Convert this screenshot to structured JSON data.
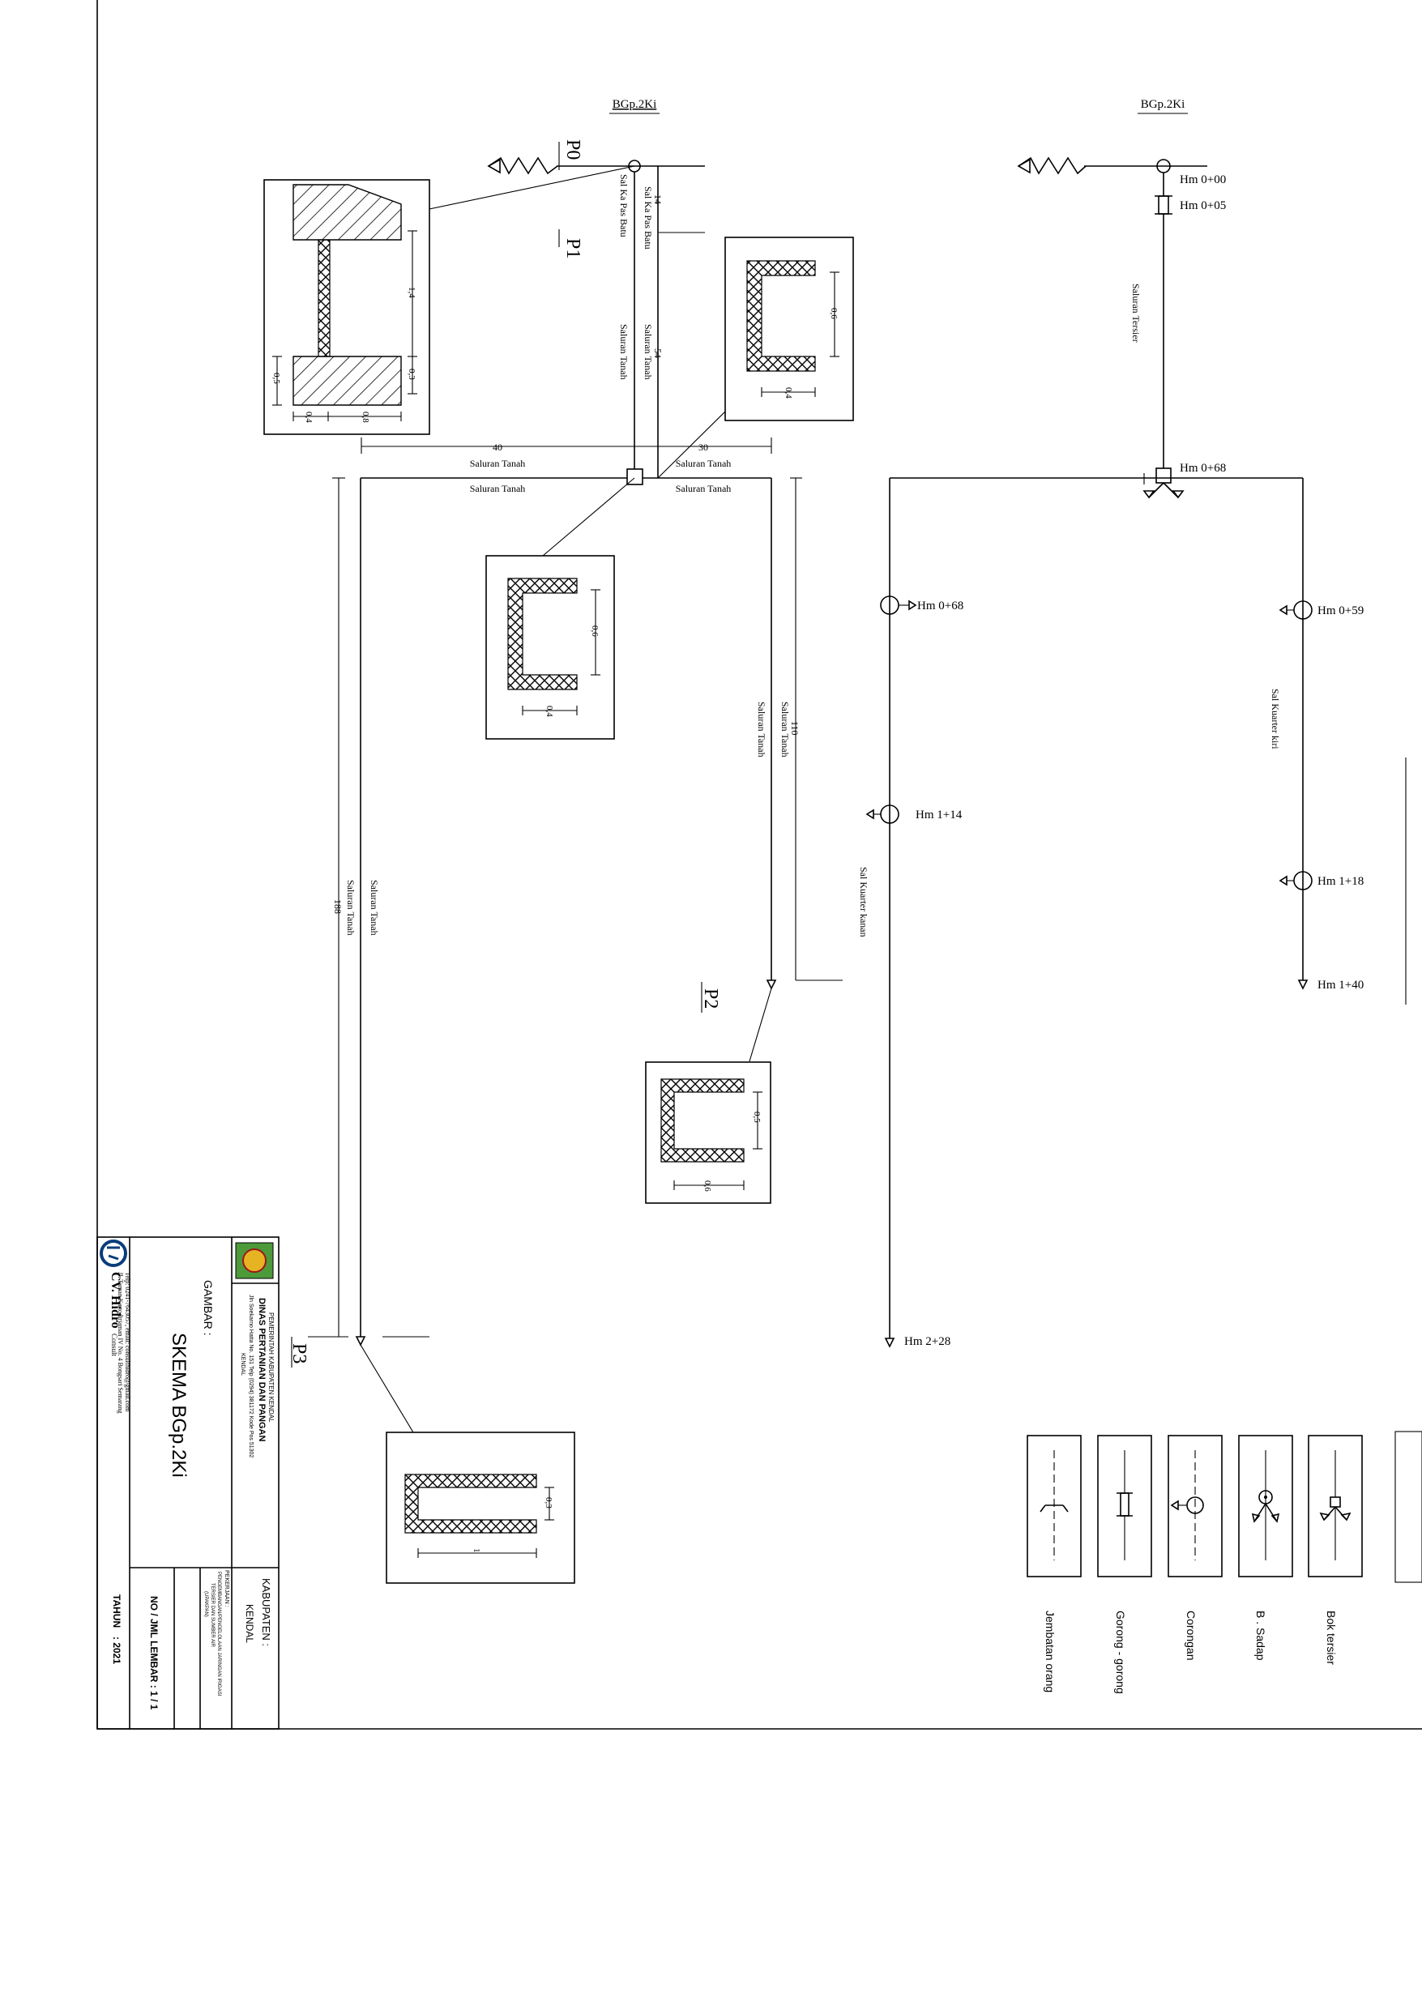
{
  "left_schema": {
    "header": "BGp.2Ki",
    "p0": "P0",
    "p1": "P1",
    "p2": "P2",
    "p3": "P3",
    "sal_ka_pas_batu_1": "Sal Ka Pas Batu",
    "sal_ka_pas_batu_2": "Sal Ka Pas Batu",
    "len_14": "14",
    "len_54": "54",
    "len_40": "40",
    "len_30": "30",
    "len_110": "110",
    "len_188": "188",
    "sal_tanah_a": "Saluran Tanah",
    "sal_tanah_b": "Saluran Tanah",
    "sal_tanah_c": "Saluran Tanah",
    "sal_tanah_d": "Saluran Tanah",
    "sal_tanah_e": "Saluran Tanah",
    "sal_tanah_f": "Saluran Tanah",
    "sal_tanah_g": "Saluran Tanah",
    "sal_tanah_h": "Saluran Tanah",
    "sal_tanah_i": "Saluran Tanah",
    "sal_tanah_j": "Saluran Tanah"
  },
  "section_a": {
    "d14": "1,4",
    "d03": "0,3",
    "d05": "0,5",
    "d04": "0,4",
    "d08": "0,8"
  },
  "section_b": {
    "d06": "0,6",
    "d04": "0,4"
  },
  "section_c": {
    "d06": "0,6",
    "d04": "0,4"
  },
  "section_d": {
    "d05": "0,5",
    "d06": "0,6"
  },
  "section_e": {
    "d03": "0,3",
    "d1": "1"
  },
  "right_schema": {
    "header": "BGp.2Ki",
    "hm_000": "Hm 0+00",
    "hm_005": "Hm 0+05",
    "saluran_tersier": "Saluran Tersier",
    "hm_068_top": "Hm 0+68",
    "hm_068_left": "Hm 0+68",
    "hm_114": "Hm 1+14",
    "hm_228": "Hm 2+28",
    "sal_kuarter_kanan": "Sal Kuarter kanan",
    "hm_059": "Hm 0+59",
    "hm_118": "Hm 1+18",
    "hm_140": "Hm 1+40",
    "sal_kuarter_kiri": "Sal Kuarter kiri"
  },
  "legend": {
    "bok_tersier": "Bok tersier",
    "b_sadap": "B . Sadap",
    "corongan": "Corongan",
    "gorong": "Gorong - gorong",
    "jembatan": "Jembatan orang"
  },
  "title_block": {
    "company": "CV. Hidro",
    "company_suffix": "Consult",
    "address": "Jl. Taman Kartodirjaman IV No. 4 Bongsari Semarang",
    "contact": "Telp: 0241-7643057, email: consulthidro@gmail.com",
    "gambar_label": "GAMBAR :",
    "drawing_title": "SKEMA BGp.2Ki",
    "gov": "PEMERINTAH KABUPATEN KENDAL",
    "dept": "DINAS PERTANIAN DAN PANGAN",
    "dept_address": "Jln Soekarno Hatta No. 151 Telp (0294) 381172 Kode Pos 51302",
    "dept_city": "KENDAL",
    "kabupaten_label": "KABUPATEN :",
    "kabupaten_value": "KENDAL",
    "pekerjaan_label": "PEKERJAAN :",
    "pekerjaan_line1": "PENGEMBANGAN/PENGELOLAAN JARINGAN IRIGASI",
    "pekerjaan_line2": "TERSIER DAN SUMBER AIR",
    "pekerjaan_line3": "(UPAKPAN)",
    "lembar": "NO / JML LEMBAR : 1 / 1",
    "tahun_label": "TAHUN",
    "tahun_value": ": 2021"
  }
}
